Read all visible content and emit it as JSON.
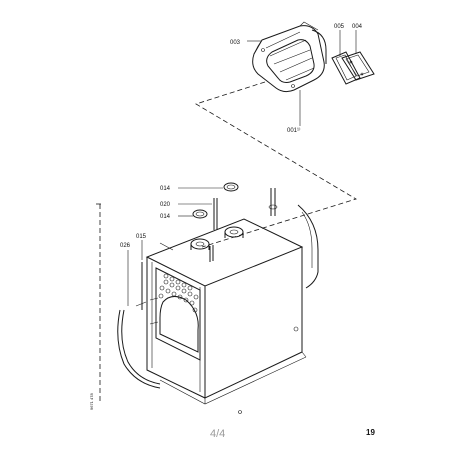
{
  "diagram": {
    "callouts": {
      "p003": "003",
      "p005": "005",
      "p004": "004",
      "p001": "001¹⁾",
      "p014a": "014",
      "p020": "020",
      "p014b": "014",
      "p026": "026",
      "p015": "015"
    },
    "margin_code": "9671 478"
  },
  "footer": {
    "page_fraction": "4/4",
    "page_number": "19"
  }
}
